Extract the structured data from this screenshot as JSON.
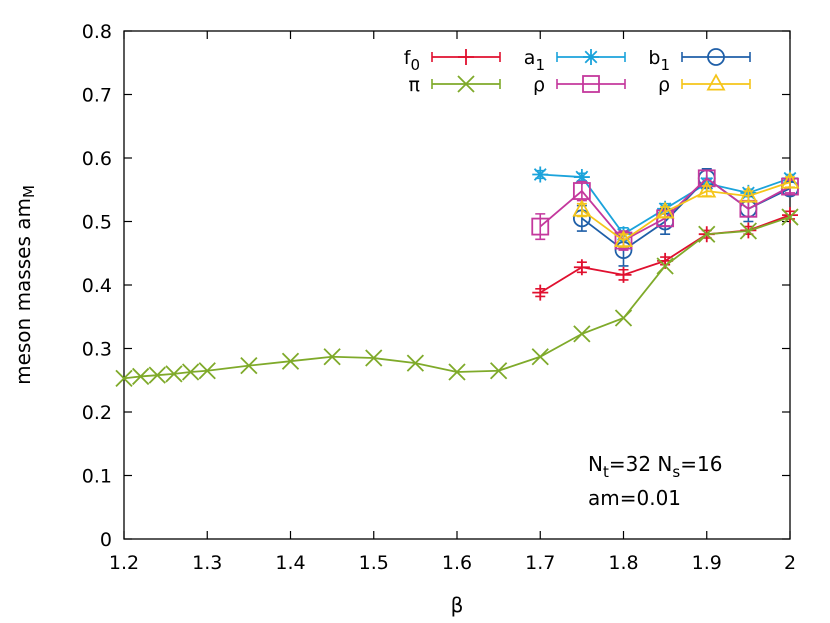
{
  "chart_data": {
    "type": "line",
    "xlabel": "β",
    "ylabel": "meson masses am",
    "ylabel_sub": "M",
    "xlim": [
      1.2,
      2.0
    ],
    "ylim": [
      0,
      0.8
    ],
    "xticks": [
      "1.2",
      "1.3",
      "1.4",
      "1.5",
      "1.6",
      "1.7",
      "1.8",
      "1.9",
      "2"
    ],
    "yticks": [
      "0",
      "0.1",
      "0.2",
      "0.3",
      "0.4",
      "0.5",
      "0.6",
      "0.7",
      "0.8"
    ],
    "annotation": {
      "line1": {
        "a": "N",
        "a_sub": "t",
        "b": "=32 N",
        "b_sub": "s",
        "c": "=16"
      },
      "line2": "am=0.01"
    },
    "legend_position": "top-right",
    "series": [
      {
        "name": "f",
        "name_sub": "0",
        "color": "#e0102f",
        "marker": "plus",
        "x": [
          1.7,
          1.75,
          1.8,
          1.85,
          1.9,
          1.95,
          2.0
        ],
        "y": [
          0.388,
          0.428,
          0.416,
          0.438,
          0.48,
          0.486,
          0.51
        ],
        "err": [
          0.006,
          0.008,
          0.008,
          0.006,
          0.006,
          0.006,
          0.006
        ]
      },
      {
        "name": "a",
        "name_sub": "1",
        "color": "#1ba3db",
        "marker": "star",
        "x": [
          1.7,
          1.75,
          1.8,
          1.85,
          1.9,
          1.95,
          2.0
        ],
        "y": [
          0.574,
          0.57,
          0.48,
          0.52,
          0.56,
          0.545,
          0.568
        ],
        "err": [
          0.006,
          0.006,
          0.01,
          0.008,
          0.008,
          0.006,
          0.006
        ]
      },
      {
        "name": "b",
        "name_sub": "1",
        "color": "#1f5fa8",
        "marker": "circle",
        "x": [
          1.75,
          1.8,
          1.85,
          1.9,
          1.95,
          2.0
        ],
        "y": [
          0.505,
          0.455,
          0.5,
          0.568,
          0.52,
          0.552
        ],
        "err": [
          0.02,
          0.025,
          0.02,
          0.015,
          0.02,
          0.01
        ]
      },
      {
        "name": "π",
        "name_sub": "",
        "color": "#7faa2a",
        "marker": "cross",
        "x": [
          1.2,
          1.22,
          1.24,
          1.26,
          1.28,
          1.3,
          1.35,
          1.4,
          1.45,
          1.5,
          1.55,
          1.6,
          1.65,
          1.7,
          1.75,
          1.8,
          1.85,
          1.9,
          1.95,
          2.0
        ],
        "y": [
          0.253,
          0.256,
          0.258,
          0.26,
          0.263,
          0.265,
          0.273,
          0.28,
          0.287,
          0.285,
          0.277,
          0.263,
          0.265,
          0.287,
          0.323,
          0.348,
          0.43,
          0.48,
          0.485,
          0.507
        ],
        "err": []
      },
      {
        "name": "ρ",
        "name_sub": "",
        "color": "#c4389d",
        "marker": "square",
        "x": [
          1.7,
          1.75,
          1.8,
          1.85,
          1.9,
          1.95,
          2.0
        ],
        "y": [
          0.492,
          0.548,
          0.47,
          0.505,
          0.568,
          0.52,
          0.555
        ],
        "err": [
          0.02,
          0.015,
          0.015,
          0.012,
          0.012,
          0.012,
          0.01
        ]
      },
      {
        "name": "ρ",
        "name_sub": "",
        "color": "#f5c51a",
        "marker": "triangle",
        "x": [
          1.75,
          1.8,
          1.85,
          1.9,
          1.95,
          2.0
        ],
        "y": [
          0.518,
          0.47,
          0.515,
          0.548,
          0.54,
          0.562
        ],
        "err": [
          0.01,
          0.01,
          0.008,
          0.008,
          0.008,
          0.008
        ]
      }
    ]
  }
}
